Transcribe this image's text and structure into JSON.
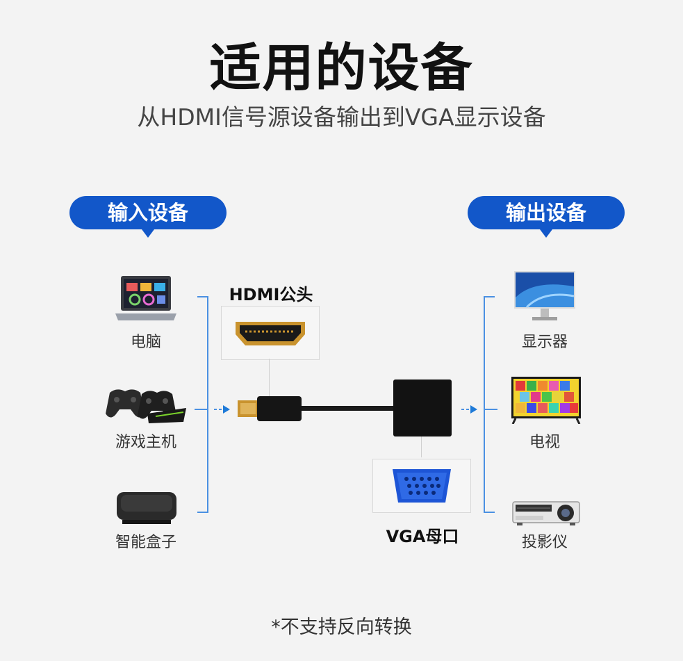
{
  "title": "适用的设备",
  "subtitle": "从HDMI信号源设备输出到VGA显示设备",
  "input_section": {
    "label": "输入设备",
    "devices": [
      "电脑",
      "游戏主机",
      "智能盒子"
    ]
  },
  "output_section": {
    "label": "输出设备",
    "devices": [
      "显示器",
      "电视",
      "投影仪"
    ]
  },
  "connector_labels": {
    "hdmi": "HDMI公头",
    "vga": "VGA母口"
  },
  "note": "*不支持反向转换",
  "colors": {
    "accent": "#1257c9",
    "bracket": "#4a90e2",
    "background": "#f3f3f3"
  }
}
